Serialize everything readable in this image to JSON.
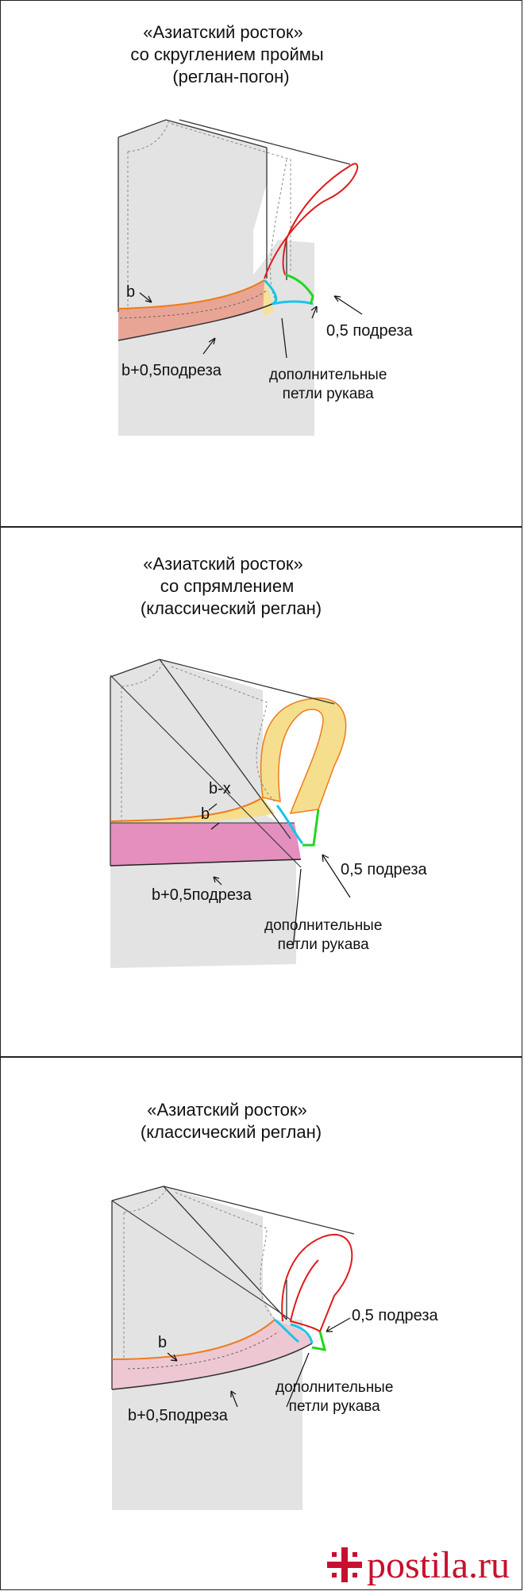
{
  "panels": [
    {
      "title_line1": "«Азиатский росток»",
      "title_line2": "со скруглением проймы",
      "title_line3": "(реглан-погон)",
      "label_b": "b",
      "label_b05": "b+0,5подреза",
      "label_cut": "0,5 подреза",
      "label_loops_1": "дополнительные",
      "label_loops_2": "петли рукава"
    },
    {
      "title_line1": "«Азиатский росток»",
      "title_line2": "со спрямлением",
      "title_line3": "(классический реглан)",
      "label_bx": "b-x",
      "label_b": "b",
      "label_b05": "b+0,5подреза",
      "label_cut": "0,5 подреза",
      "label_loops_1": "дополнительные",
      "label_loops_2": "петли рукава"
    },
    {
      "title_line1": "«Азиатский росток»",
      "title_line2": "(классический реглан)",
      "label_b": "b",
      "label_b05": "b+0,5подреза",
      "label_cut": "0,5 подреза",
      "label_loops_1": "дополнительные",
      "label_loops_2": "петли рукава"
    }
  ],
  "watermark": {
    "text": "postila.ru"
  },
  "colors": {
    "body_gray": "#e3e3e3",
    "salmon": "#e8a595",
    "yellow": "#f5df8e",
    "magenta": "#e48fbe",
    "pink": "#edc8d3",
    "red_line": "#e01b1b",
    "cyan": "#16c6e8",
    "green": "#22d622",
    "orange_line": "#f07a1a",
    "watermark_red": "#c8102e"
  }
}
